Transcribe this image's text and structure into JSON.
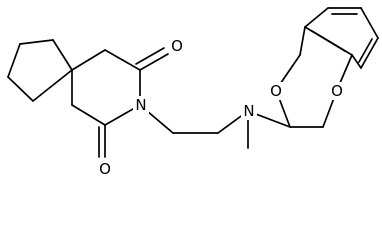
{
  "structure": {
    "atoms": {
      "o_ketone_top": "O",
      "o_ketone_bottom": "O",
      "n_imide": "N",
      "n_amine": "N",
      "o_dioxane_upper": "O",
      "o_dioxane_lower": "O"
    }
  }
}
